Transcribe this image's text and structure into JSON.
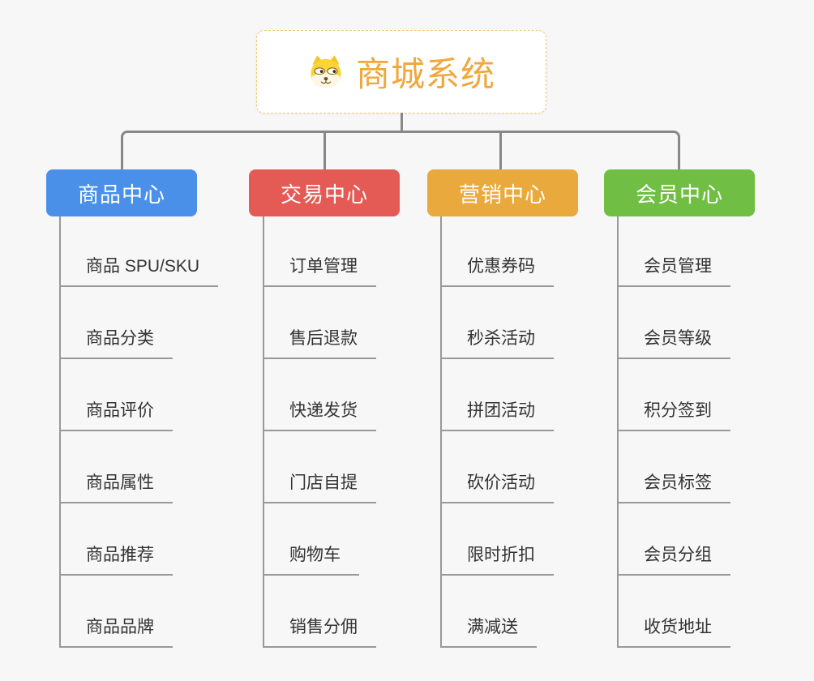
{
  "root": {
    "title": "商城系统",
    "icon": "dog-face-icon",
    "accent": "#F1A73B"
  },
  "branches": [
    {
      "label": "商品中心",
      "color": "#4B90E8",
      "items": [
        "商品 SPU/SKU",
        "商品分类",
        "商品评价",
        "商品属性",
        "商品推荐",
        "商品品牌"
      ]
    },
    {
      "label": "交易中心",
      "color": "#E45B55",
      "items": [
        "订单管理",
        "售后退款",
        "快递发货",
        "门店自提",
        "购物车",
        "销售分佣"
      ]
    },
    {
      "label": "营销中心",
      "color": "#EAA93C",
      "items": [
        "优惠券码",
        "秒杀活动",
        "拼团活动",
        "砍价活动",
        "限时折扣",
        "满减送"
      ]
    },
    {
      "label": "会员中心",
      "color": "#70BF44",
      "items": [
        "会员管理",
        "会员等级",
        "积分签到",
        "会员标签",
        "会员分组",
        "收货地址"
      ]
    }
  ],
  "colors": {
    "background": "#F7F7F7",
    "connector": "#888888",
    "underline": "#999999",
    "item_text": "#333333"
  }
}
